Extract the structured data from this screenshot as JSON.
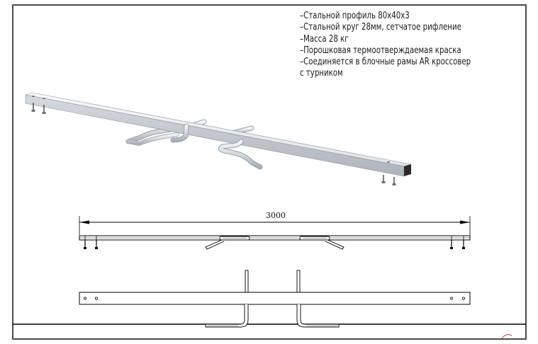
{
  "specs": {
    "lines": [
      "–Стальной профиль 80х40х3",
      "–Стальной круг 28мм, сетчатое рифление",
      "–Масса 28 кг",
      "–Порошковая термоотверждаемая краска",
      "–Соединяется в блочные рамы AR кроссовер",
      "с турником"
    ]
  },
  "dimension": {
    "length_label": "3000"
  },
  "colors": {
    "frame": "#000000",
    "bar_fill": "#eef0f3",
    "bar_shadow": "#b9bec6",
    "end_cap": "#2a2a2a",
    "page_bg": "#ffffff"
  }
}
